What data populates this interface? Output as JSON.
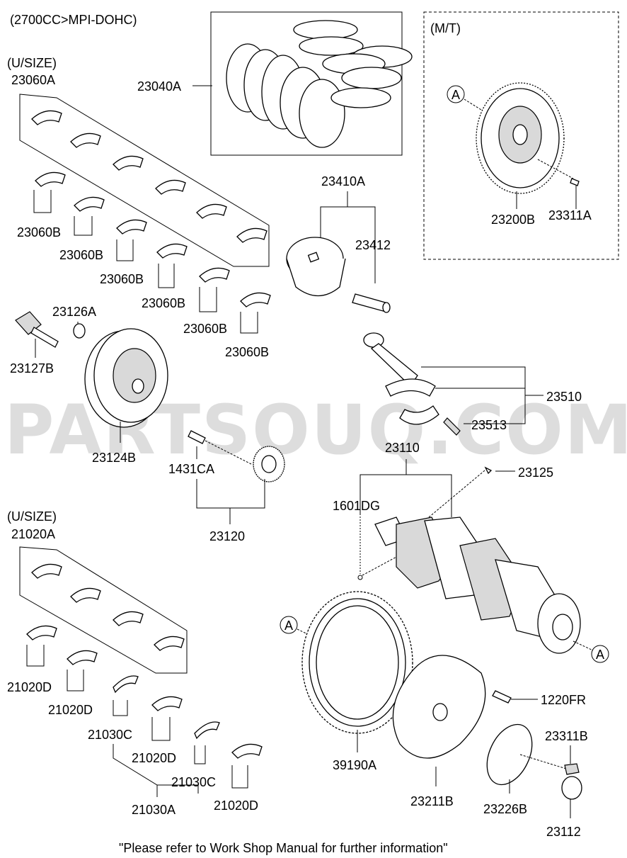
{
  "engine_spec": "(2700CC>MPI-DOHC)",
  "section_mt": "(M/T)",
  "watermark": "PARTSOUQ.COM",
  "footer_note": "\"Please refer to Work Shop Manual for further information\"",
  "callouts": {
    "u_size_1": "(U/SIZE)",
    "u_size_2": "(U/SIZE)",
    "a_marker": "A"
  },
  "part_labels": {
    "p23040A": "23040A",
    "p23060A": "23060A",
    "p23060B": "23060B",
    "p23410A": "23410A",
    "p23412": "23412",
    "p23126A": "23126A",
    "p23127B": "23127B",
    "p23124B": "23124B",
    "p1431CA": "1431CA",
    "p23120": "23120",
    "p23510": "23510",
    "p23513": "23513",
    "p23110": "23110",
    "p23125": "23125",
    "p1601DG": "1601DG",
    "p23200B": "23200B",
    "p23311A": "23311A",
    "p21020A": "21020A",
    "p21020D": "21020D",
    "p21030C": "21030C",
    "p21030A": "21030A",
    "p39190A": "39190A",
    "p23211B": "23211B",
    "p23226B": "23226B",
    "p1220FR": "1220FR",
    "p23311B": "23311B",
    "p23112": "23112"
  }
}
